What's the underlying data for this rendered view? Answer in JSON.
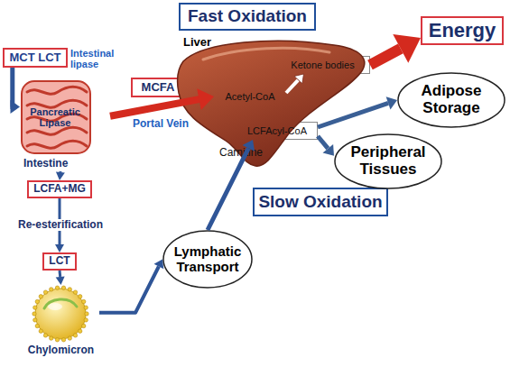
{
  "diagram": {
    "nodes": [
      {
        "text": [
          "MCT LCT"
        ]
      },
      {
        "text": [
          "Fast Oxidation"
        ]
      },
      {
        "text": [
          "Energy"
        ]
      },
      {
        "text": [
          "Pancreatic Lipase",
          "Intestine"
        ]
      },
      {
        "text": [
          "MCFA"
        ]
      },
      {
        "text": [
          "Liver",
          "Carnitine"
        ]
      },
      {
        "text": [
          "Ketone bodies"
        ],
        "in": 5
      },
      {
        "text": [
          "Acetyl-CoA"
        ],
        "in": 5
      },
      {
        "text": [
          "LCFAcyl-CoA"
        ],
        "in": 5
      },
      {
        "text": [
          "Adipose Storage"
        ]
      },
      {
        "text": [
          "Peripheral Tissues"
        ]
      },
      {
        "text": [
          "LCFA+MG"
        ]
      },
      {
        "text": [
          "Slow Oxidation"
        ]
      },
      {
        "text": [
          "LCT"
        ]
      },
      {
        "text": [
          "Lymphatic Transport"
        ]
      },
      {
        "text": [
          "Chylomicron"
        ]
      }
    ],
    "edges": [
      {
        "from": 0,
        "to": 3,
        "arrow": "to"
      },
      {
        "from": 3,
        "to": 7,
        "label": "Portal Vein",
        "arrow": "to"
      },
      {
        "from": 7,
        "to": 6,
        "arrow": "to"
      },
      {
        "from": 6,
        "to": 2,
        "arrow": "to"
      },
      {
        "from": 8,
        "to": 9,
        "arrow": "to"
      },
      {
        "from": 8,
        "to": 10,
        "arrow": "to"
      },
      {
        "from": 3,
        "to": 11,
        "arrow": "to"
      },
      {
        "from": 11,
        "to": 13,
        "label": "Re-esterification",
        "arrow": "to"
      },
      {
        "from": 13,
        "to": 15,
        "arrow": "to"
      },
      {
        "from": 15,
        "to": 14,
        "arrow": "to"
      },
      {
        "from": 14,
        "to": 8,
        "arrow": "to"
      }
    ],
    "labels": [
      "Intestinal lipase"
    ]
  }
}
